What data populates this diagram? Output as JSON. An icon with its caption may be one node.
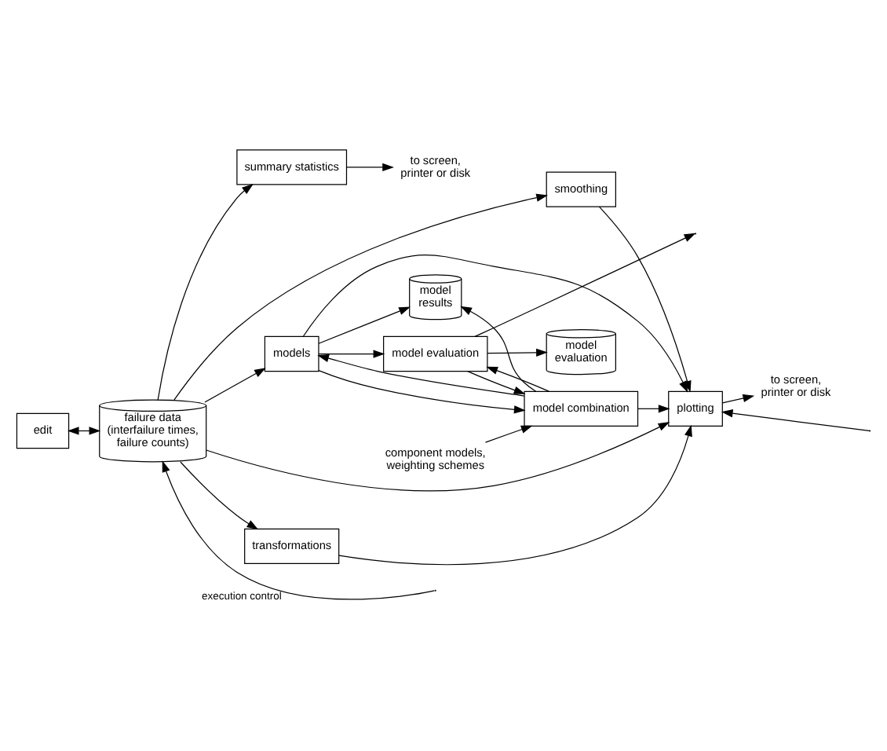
{
  "diagram": {
    "nodes": [
      {
        "text": [
          "edit"
        ]
      },
      {
        "text": [
          "failure data (interfailure times, failure counts)"
        ]
      },
      {
        "text": [
          "to screen, printer or disk"
        ]
      },
      {
        "text": [
          "summary statistics"
        ]
      },
      {
        "text": [
          "models"
        ]
      },
      {
        "text": [
          "model results"
        ]
      },
      {
        "text": [
          "model evaluation"
        ]
      },
      {
        "text": [
          "model combination"
        ]
      },
      {
        "text": [
          "smoothing"
        ]
      },
      {
        "text": [
          "transformations"
        ]
      },
      {
        "text": [
          "plotting"
        ]
      },
      {
        "text": [
          "model evaluation"
        ]
      },
      {
        "text": [
          "to screen, printer or disk"
        ]
      },
      {
        "text": [
          "component models, weighting schemes"
        ]
      }
    ],
    "edges": [
      {
        "from": 0,
        "to": 1,
        "arrow": "both"
      },
      {
        "from": 1,
        "to": 3,
        "arrow": "to"
      },
      {
        "from": 1,
        "to": 4,
        "arrow": "to"
      },
      {
        "from": 1,
        "to": 8,
        "arrow": "to"
      },
      {
        "from": 1,
        "to": 9,
        "arrow": "to"
      },
      {
        "from": 1,
        "to": 10,
        "arrow": "to"
      },
      {
        "from": 8,
        "to": 10,
        "arrow": "to"
      },
      {
        "from": 9,
        "to": 10,
        "arrow": "to"
      },
      {
        "from": null,
        "to": 1,
        "arrow": "to",
        "label": "execution control"
      },
      {
        "from": 7,
        "to": 4,
        "arrow": "to"
      },
      {
        "from": 4,
        "to": 7,
        "arrow": "to"
      },
      {
        "from": 4,
        "to": 10,
        "arrow": "to"
      },
      {
        "from": 13,
        "to": 7,
        "arrow": "to"
      },
      {
        "from": 4,
        "to": 5,
        "arrow": "to"
      },
      {
        "from": 4,
        "to": 6,
        "arrow": "to"
      },
      {
        "from": 6,
        "to": null,
        "arrow": "to"
      },
      {
        "from": 6,
        "to": 7,
        "arrow": "to"
      },
      {
        "from": 6,
        "to": 11,
        "arrow": "to"
      },
      {
        "from": 7,
        "to": 5,
        "arrow": "to"
      },
      {
        "from": 7,
        "to": 6,
        "arrow": "to"
      },
      {
        "from": 7,
        "to": 10,
        "arrow": "to"
      },
      {
        "from": null,
        "to": 10,
        "arrow": "to"
      },
      {
        "from": 10,
        "to": 12,
        "arrow": "to"
      },
      {
        "from": 3,
        "to": 2,
        "arrow": "to"
      }
    ]
  }
}
